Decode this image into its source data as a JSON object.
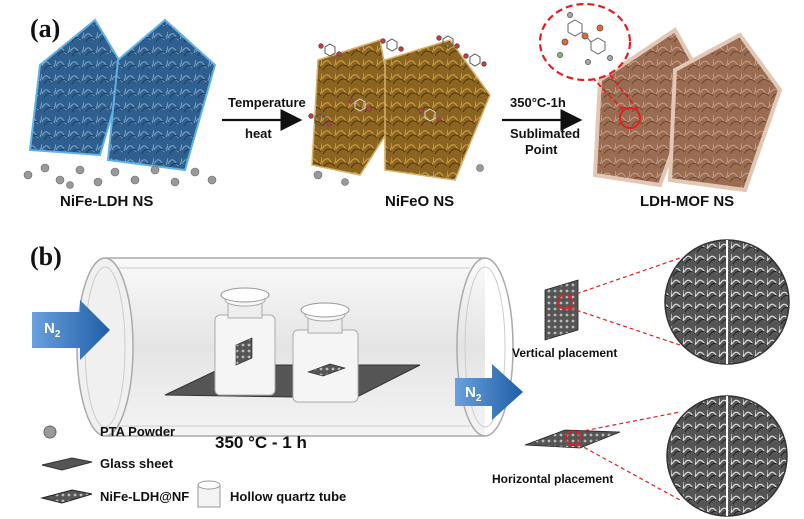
{
  "panel_a": {
    "label": "(a)",
    "stage1_label": "NiFe-LDH NS",
    "arrow1_line1": "Temperature",
    "arrow1_line2": "heat",
    "stage2_label": "NiFeO NS",
    "arrow2_line1": "350°C-1h",
    "arrow2_line2": "Sublimated",
    "arrow2_line3": "Point",
    "stage3_label": "LDH-MOF NS"
  },
  "panel_b": {
    "label": "(b)",
    "n2_in": "N",
    "n2_in_sub": "2",
    "n2_out": "N",
    "n2_out_sub": "2",
    "condition": "350 °C - 1 h",
    "vertical_label": "Vertical placement",
    "horizontal_label": "Horizontal placement",
    "legend": {
      "pta": "PTA Powder",
      "glass": "Glass sheet",
      "nf": "NiFe-LDH@NF",
      "tube": "Hollow quartz tube"
    }
  },
  "colors": {
    "ldh_blue": "#2f5f8f",
    "nifeo_gold": "#8a6420",
    "mof_brown": "#9a6c52",
    "arrow_blue": "#2e6fb8",
    "highlight_red": "#e02020"
  }
}
